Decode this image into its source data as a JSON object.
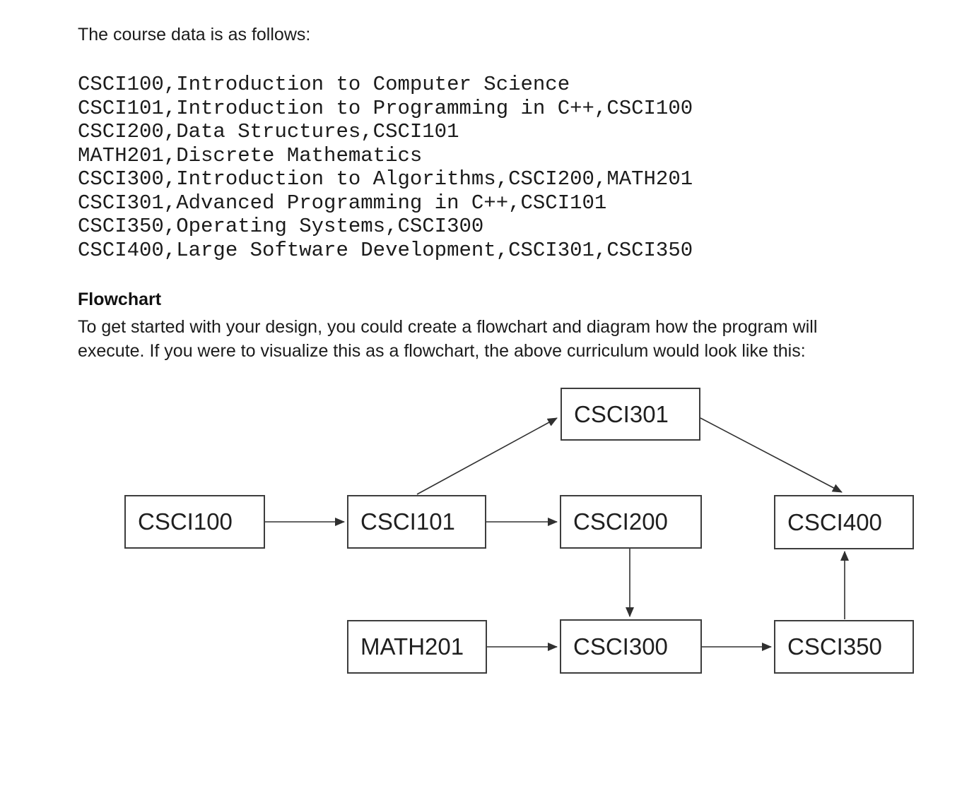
{
  "intro_line": "The course data is as follows:",
  "course_data_lines": [
    "CSCI100,Introduction to Computer Science",
    "CSCI101,Introduction to Programming in C++,CSCI100",
    "CSCI200,Data Structures,CSCI101",
    "MATH201,Discrete Mathematics",
    "CSCI300,Introduction to Algorithms,CSCI200,MATH201",
    "CSCI301,Advanced Programming in C++,CSCI101",
    "CSCI350,Operating Systems,CSCI300",
    "CSCI400,Large Software Development,CSCI301,CSCI350"
  ],
  "flowchart_section": {
    "heading": "Flowchart",
    "description_lines": [
      "To get started with your design, you could create a flowchart and diagram how the program will",
      "execute. If you were to visualize this as a flowchart, the above curriculum would look like this:"
    ]
  },
  "diagram": {
    "nodes": [
      {
        "id": "CSCI301",
        "label": "CSCI301"
      },
      {
        "id": "CSCI100",
        "label": "CSCI100"
      },
      {
        "id": "CSCI101",
        "label": "CSCI101"
      },
      {
        "id": "CSCI200",
        "label": "CSCI200"
      },
      {
        "id": "CSCI400",
        "label": "CSCI400"
      },
      {
        "id": "MATH201",
        "label": "MATH201"
      },
      {
        "id": "CSCI300",
        "label": "CSCI300"
      },
      {
        "id": "CSCI350",
        "label": "CSCI350"
      }
    ],
    "edges": [
      {
        "from": "CSCI100",
        "to": "CSCI101"
      },
      {
        "from": "CSCI101",
        "to": "CSCI200"
      },
      {
        "from": "CSCI101",
        "to": "CSCI301"
      },
      {
        "from": "CSCI301",
        "to": "CSCI400"
      },
      {
        "from": "CSCI200",
        "to": "CSCI300"
      },
      {
        "from": "MATH201",
        "to": "CSCI300"
      },
      {
        "from": "CSCI300",
        "to": "CSCI350"
      },
      {
        "from": "CSCI350",
        "to": "CSCI400"
      }
    ],
    "colors": {
      "box_border": "#3d3d3d",
      "arrow_line": "#303030",
      "label_text": "#1f1f1f",
      "background": "#ffffff"
    }
  }
}
